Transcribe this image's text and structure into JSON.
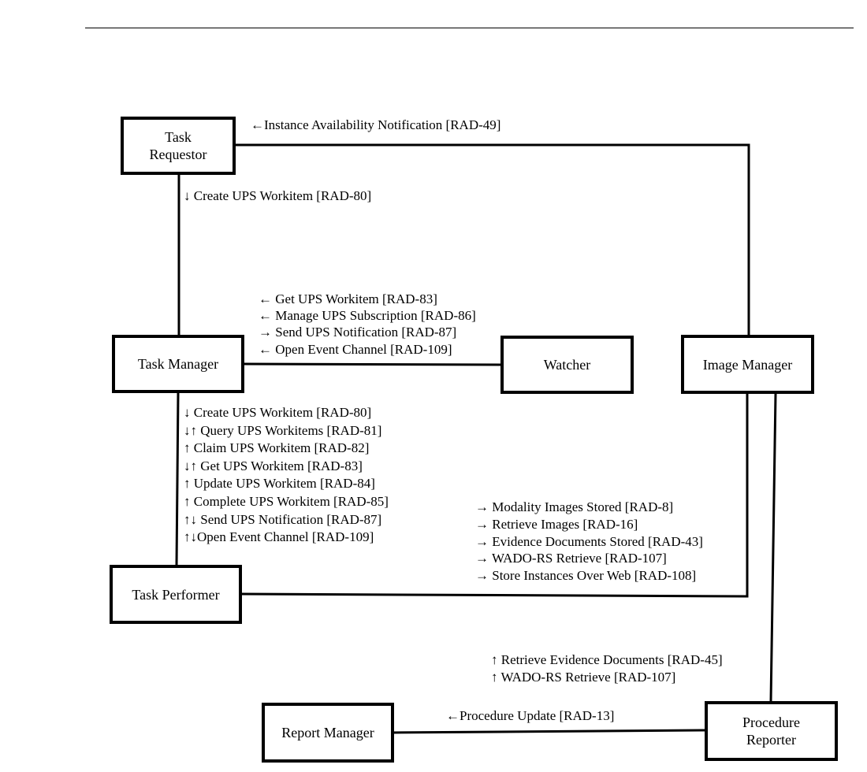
{
  "actors": {
    "task_requestor": "Task\nRequestor",
    "task_manager": "Task Manager",
    "watcher": "Watcher",
    "image_manager": "Image Manager",
    "task_performer": "Task Performer",
    "report_manager": "Report Manager",
    "procedure_reporter": "Procedure\nReporter"
  },
  "transactions": {
    "instance_availability": "←Instance Availability Notification [RAD-49]",
    "requestor_to_manager": "↓ Create UPS Workitem [RAD-80]",
    "manager_watcher": [
      "← Get UPS Workitem [RAD-83]",
      "← Manage UPS Subscription [RAD-86]",
      "→ Send UPS Notification [RAD-87]",
      "← Open Event Channel [RAD-109]"
    ],
    "manager_performer": [
      "↓ Create UPS Workitem [RAD-80]",
      "↓↑ Query UPS Workitems [RAD-81]",
      "↑ Claim UPS Workitem [RAD-82]",
      "↓↑ Get UPS Workitem [RAD-83]",
      "↑ Update UPS Workitem [RAD-84]",
      "↑ Complete UPS Workitem [RAD-85]",
      "↑↓ Send UPS Notification [RAD-87]",
      "↑↓Open Event Channel [RAD-109]"
    ],
    "performer_image_manager": [
      "→ Modality Images Stored [RAD-8]",
      "→ Retrieve Images [RAD-16]",
      "→ Evidence Documents Stored [RAD-43]",
      "→ WADO-RS Retrieve [RAD-107]",
      "→ Store Instances Over Web [RAD-108]"
    ],
    "reporter_image_manager": [
      "↑ Retrieve Evidence Documents [RAD-45]",
      "↑ WADO-RS Retrieve [RAD-107]"
    ],
    "procedure_update": "←Procedure Update [RAD-13]"
  }
}
